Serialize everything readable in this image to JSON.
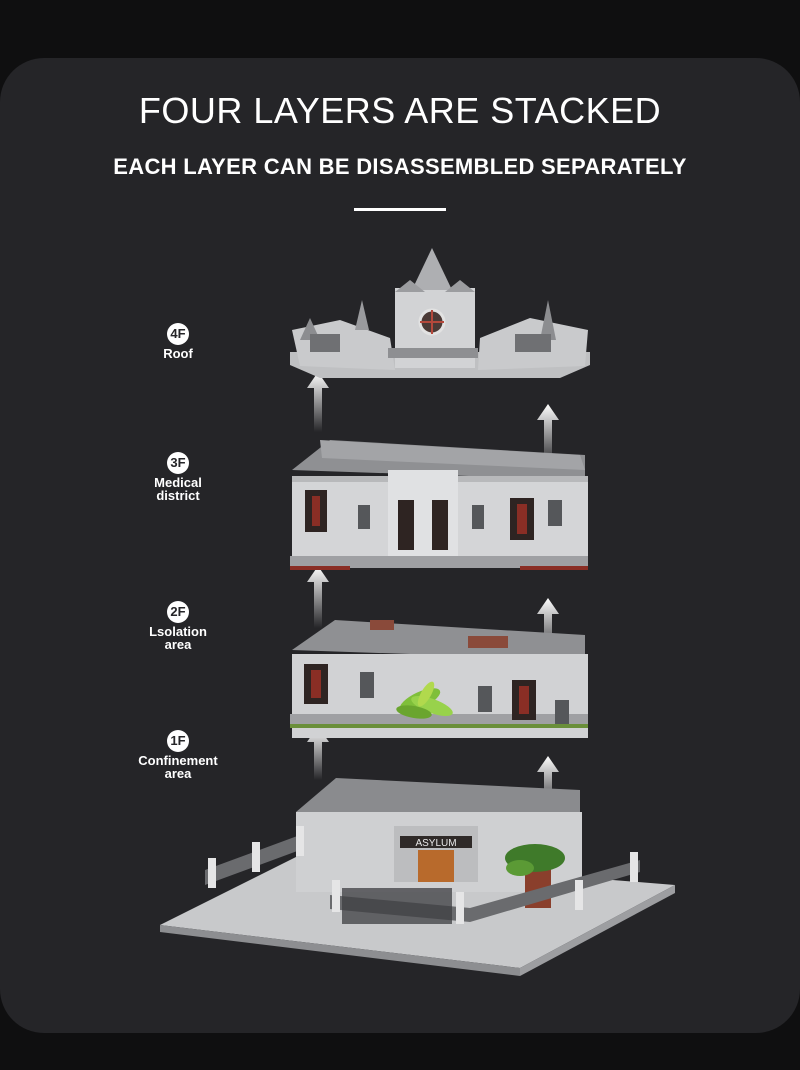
{
  "headline": {
    "title": "FOUR LAYERS ARE STACKED",
    "subtitle": "EACH LAYER CAN BE DISASSEMBLED SEPARATELY"
  },
  "floors": [
    {
      "badge": "4F",
      "name_lines": [
        "Roof"
      ]
    },
    {
      "badge": "3F",
      "name_lines": [
        "Medical",
        "district"
      ]
    },
    {
      "badge": "2F",
      "name_lines": [
        "Lsolation",
        "area"
      ]
    },
    {
      "badge": "1F",
      "name_lines": [
        "Confinement",
        "area"
      ]
    }
  ],
  "sign_text": "ASYLUM",
  "colors": {
    "background": "#0f0f10",
    "card": "#252528",
    "text": "#ffffff",
    "stone_light": "#d9d9da",
    "stone_mid": "#a7a8aa",
    "stone_dark": "#6f7073",
    "roof_accent": "#b5483b",
    "foliage": "#7fbf3a"
  }
}
